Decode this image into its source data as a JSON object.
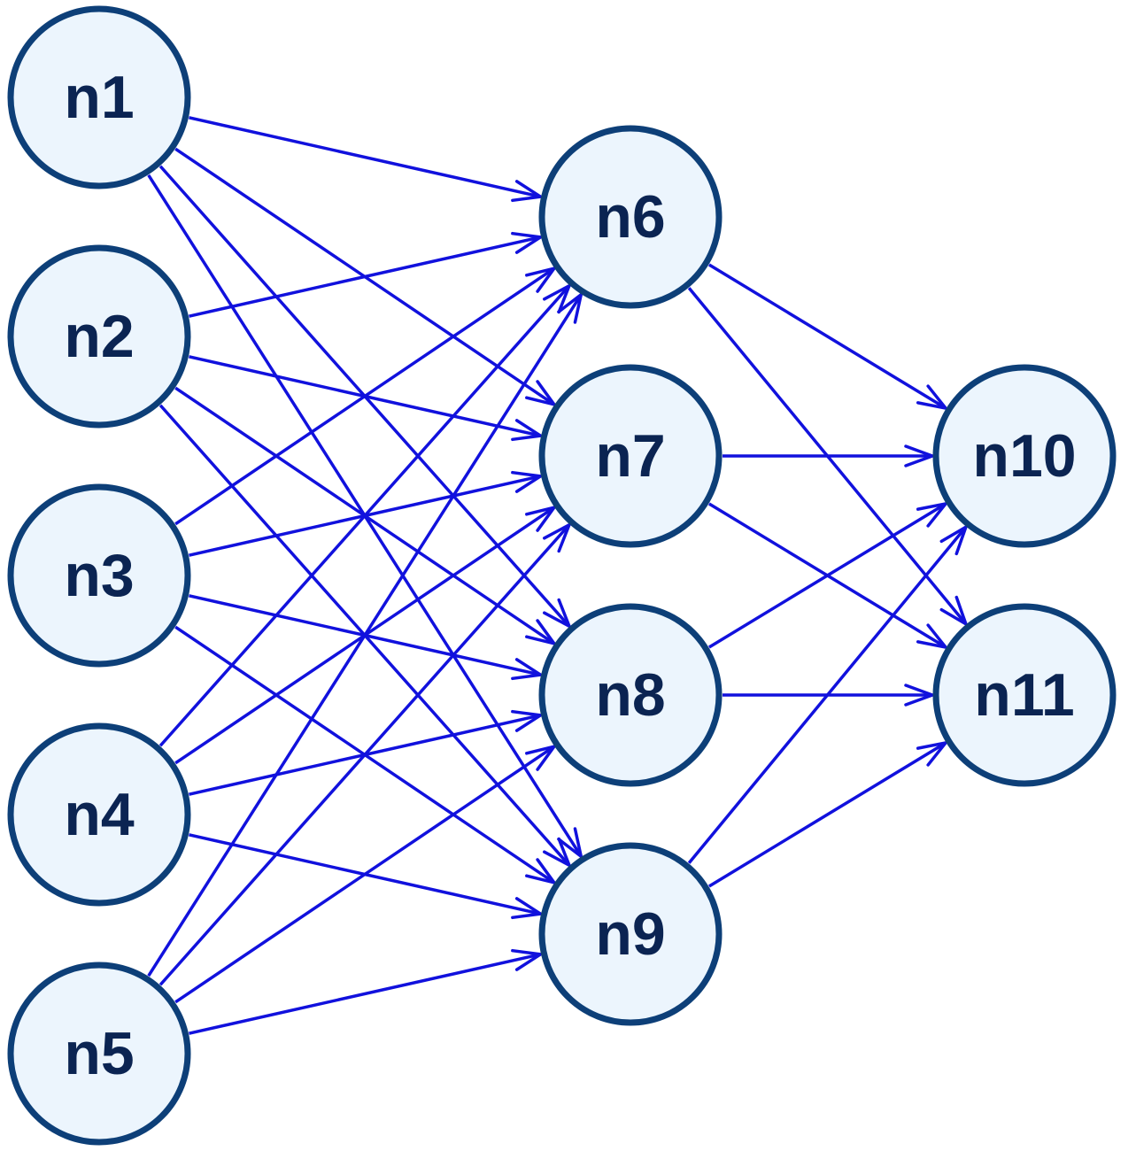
{
  "colors": {
    "node_fill": "#ecf5fd",
    "node_stroke": "#0d3f78",
    "label": "#0b2452",
    "edge": "#1111dd"
  },
  "nodes": [
    {
      "id": "n1",
      "label": "n1"
    },
    {
      "id": "n2",
      "label": "n2"
    },
    {
      "id": "n3",
      "label": "n3"
    },
    {
      "id": "n4",
      "label": "n4"
    },
    {
      "id": "n5",
      "label": "n5"
    },
    {
      "id": "n6",
      "label": "n6"
    },
    {
      "id": "n7",
      "label": "n7"
    },
    {
      "id": "n8",
      "label": "n8"
    },
    {
      "id": "n9",
      "label": "n9"
    },
    {
      "id": "n10",
      "label": "n10"
    },
    {
      "id": "n11",
      "label": "n11"
    }
  ],
  "edges": [
    {
      "from": "n1",
      "to": "n6"
    },
    {
      "from": "n1",
      "to": "n7"
    },
    {
      "from": "n1",
      "to": "n8"
    },
    {
      "from": "n1",
      "to": "n9"
    },
    {
      "from": "n2",
      "to": "n6"
    },
    {
      "from": "n2",
      "to": "n7"
    },
    {
      "from": "n2",
      "to": "n8"
    },
    {
      "from": "n2",
      "to": "n9"
    },
    {
      "from": "n3",
      "to": "n6"
    },
    {
      "from": "n3",
      "to": "n7"
    },
    {
      "from": "n3",
      "to": "n8"
    },
    {
      "from": "n3",
      "to": "n9"
    },
    {
      "from": "n4",
      "to": "n6"
    },
    {
      "from": "n4",
      "to": "n7"
    },
    {
      "from": "n4",
      "to": "n8"
    },
    {
      "from": "n4",
      "to": "n9"
    },
    {
      "from": "n5",
      "to": "n6"
    },
    {
      "from": "n5",
      "to": "n7"
    },
    {
      "from": "n5",
      "to": "n8"
    },
    {
      "from": "n5",
      "to": "n9"
    },
    {
      "from": "n6",
      "to": "n10"
    },
    {
      "from": "n6",
      "to": "n11"
    },
    {
      "from": "n7",
      "to": "n10"
    },
    {
      "from": "n7",
      "to": "n11"
    },
    {
      "from": "n8",
      "to": "n10"
    },
    {
      "from": "n8",
      "to": "n11"
    },
    {
      "from": "n9",
      "to": "n10"
    },
    {
      "from": "n9",
      "to": "n11"
    }
  ]
}
